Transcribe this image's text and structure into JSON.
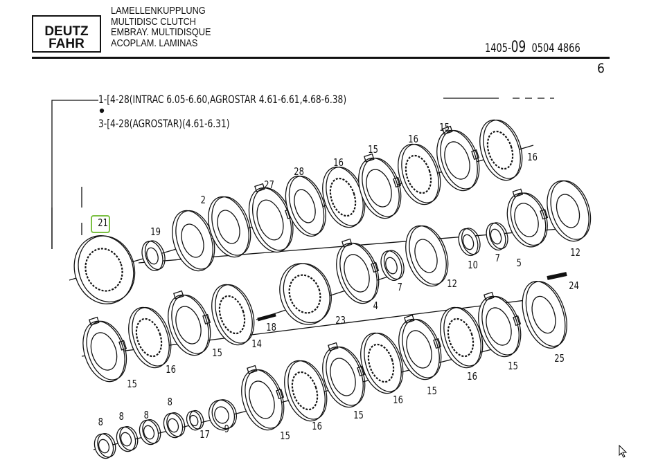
{
  "logo": {
    "line1": "DEUTZ",
    "line2": "FAHR"
  },
  "titles": [
    "LAMELLENKUPPLUNG",
    "MULTIDISC CLUTCH",
    "EMBRAY. MULTIDISQUE",
    "ACOPLAM. LAMINAS"
  ],
  "doc_number": {
    "prefix": "1405-",
    "group": "09",
    "code": "0504 4866"
  },
  "page_number": "6",
  "variants": [
    {
      "item": "1",
      "text": "4-28(INTRAC 6.05-6.60,AGROSTAR 4.61-6.61,4.68-6.38)"
    },
    {
      "item": "3",
      "text": "4-28(AGROSTAR)(4.61-6.31)"
    }
  ],
  "callouts": [
    "21",
    "19",
    "2",
    "27",
    "28",
    "16",
    "15",
    "16",
    "15",
    "16",
    "10",
    "7",
    "5",
    "12",
    "7",
    "12",
    "4",
    "23",
    "18",
    "14",
    "24",
    "25",
    "15",
    "16",
    "15",
    "16",
    "15",
    "16",
    "15",
    "15",
    "16",
    "15",
    "9",
    "17",
    "8",
    "8",
    "8",
    "8"
  ],
  "highlight": {
    "callout": "21",
    "color": "#7bc043"
  }
}
